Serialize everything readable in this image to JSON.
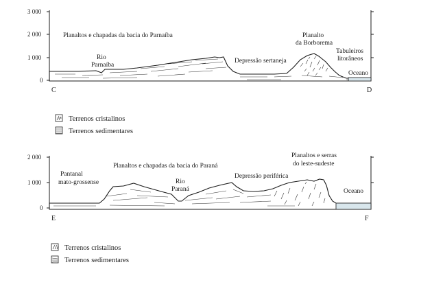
{
  "profile1": {
    "y_ticks": [
      "3 000",
      "2 000",
      "1 000",
      "0"
    ],
    "start_label": "C",
    "end_label": "D",
    "labels": {
      "parnaiba_plateaus": "Planaltos e chapadas da bacia do Parnaíba",
      "rio_line1": "Rio",
      "rio_line2": "Parnaíba",
      "depression": "Depressão sertaneja",
      "borborema_line1": "Planalto",
      "borborema_line2": "da Borborema",
      "tabuleiros_line1": "Tabuleiros",
      "tabuleiros_line2": "litorâneos",
      "ocean": "Oceano"
    },
    "legend": {
      "crystalline": "Terrenos cristalinos",
      "sedimentary": "Terrenos sedimentares"
    }
  },
  "profile2": {
    "y_ticks": [
      "2 000",
      "1 000",
      "0"
    ],
    "start_label": "E",
    "end_label": "F",
    "labels": {
      "pantanal_line1": "Pantanal",
      "pantanal_line2": "mato-grossense",
      "parana_plateaus": "Planaltos e chapadas da bacia do Paraná",
      "rio_line1": "Rio",
      "rio_line2": "Paraná",
      "depression": "Depressão periférica",
      "serras_line1": "Planaltos e serras",
      "serras_line2": "do leste-sudeste",
      "ocean": "Oceano"
    },
    "legend": {
      "crystalline": "Terrenos cristalinos",
      "sedimentary": "Terrenos sedimentares"
    }
  }
}
